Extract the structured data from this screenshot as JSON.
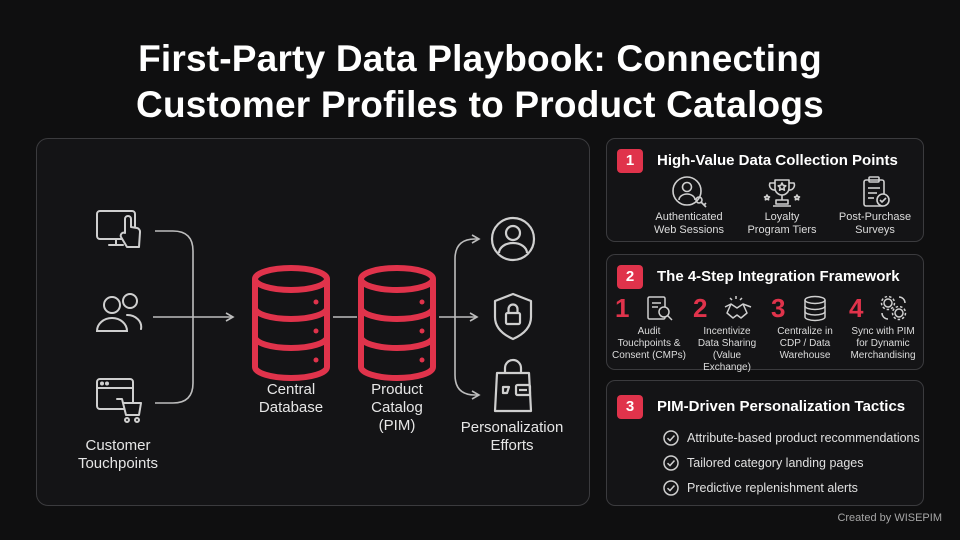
{
  "title": {
    "line1": "First-Party Data Playbook: Connecting",
    "line2": "Customer Profiles to Product Catalogs"
  },
  "diagram": {
    "sources": [
      "hand-click-screen-icon",
      "users-icon",
      "web-shopping-cart-icon"
    ],
    "touchpoints_label": {
      "line1": "Customer",
      "line2": "Touchpoints"
    },
    "central_db_label": {
      "line1": "Central",
      "line2": "Database"
    },
    "catalog_label": {
      "line1": "Product",
      "line2": "Catalog",
      "line3": "(PIM)"
    },
    "outputs": [
      "user-profile-icon",
      "lock-shield-icon",
      "shopping-bag-icon"
    ],
    "personalization_label": {
      "line1": "Personalization",
      "line2": "Efforts"
    },
    "colors": {
      "accent": "#e0334b",
      "line": "#bdbdbd",
      "icon": "#cfcfcf"
    }
  },
  "card1": {
    "number": "1",
    "title": "High-Value Data Collection Points",
    "items": [
      {
        "icon": "user-key-icon",
        "line1": "Authenticated",
        "line2": "Web Sessions"
      },
      {
        "icon": "trophy-icon",
        "line1": "Loyalty",
        "line2": "Program Tiers"
      },
      {
        "icon": "clipboard-check-icon",
        "line1": "Post-Purchase",
        "line2": "Surveys"
      }
    ]
  },
  "card2": {
    "number": "2",
    "title": "The 4-Step Integration Framework",
    "steps": [
      {
        "num": "1",
        "icon": "audit-document-icon",
        "line1": "Audit",
        "line2": "Touchpoints &",
        "line3": "Consent (CMPs)"
      },
      {
        "num": "2",
        "icon": "handshake-icon",
        "line1": "Incentivize",
        "line2": "Data Sharing",
        "line3": "(Value Exchange)"
      },
      {
        "num": "3",
        "icon": "database-icon",
        "line1": "Centralize in",
        "line2": "CDP / Data",
        "line3": "Warehouse"
      },
      {
        "num": "4",
        "icon": "sync-gears-icon",
        "line1": "Sync with PIM",
        "line2": "for Dynamic",
        "line3": "Merchandising"
      }
    ]
  },
  "card3": {
    "number": "3",
    "title": "PIM-Driven Personalization Tactics",
    "items": [
      "Attribute-based product recommendations",
      "Tailored category landing pages",
      "Predictive replenishment alerts"
    ]
  },
  "credit": "Created by WISEPIM"
}
